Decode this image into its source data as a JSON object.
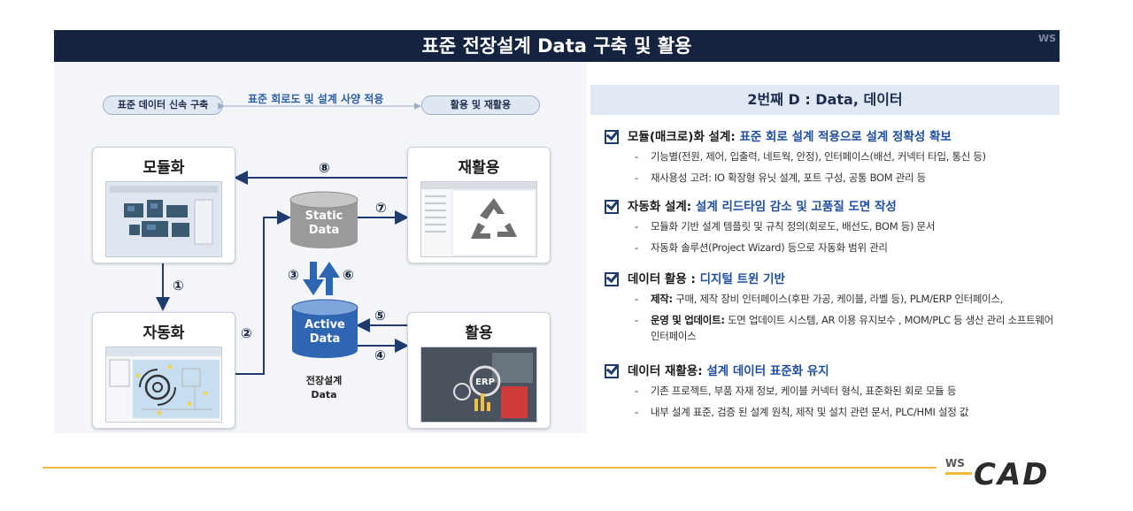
{
  "title": "표준 전장설계 Data 구축 및 활용",
  "title_logo": "WS",
  "left": {
    "pill_left": "표준 데이터 신속 구축",
    "pill_right": "활용 및 재활용",
    "connector_label": "표준 회로도 및 설계 사양 적용",
    "cards": {
      "modularization": "모듈화",
      "automation": "자동화",
      "reuse": "재활용",
      "utilization": "활용"
    },
    "static_data": [
      "Static",
      "Data"
    ],
    "active_data": [
      "Active",
      "Data"
    ],
    "caption": [
      "전장설계",
      "Data"
    ],
    "numbers": {
      "n1": "①",
      "n2": "②",
      "n3": "③",
      "n4": "④",
      "n5": "⑤",
      "n6": "⑥",
      "n7": "⑦",
      "n8": "⑧"
    },
    "erp_label": "ERP"
  },
  "right": {
    "header": "2번째 D : Data, 데이터",
    "sections": [
      {
        "title_plain": "모듈(매크로)화 설계: ",
        "title_highlight": "표준 회로 설계 적용으로 설계 정확성 확보",
        "bullets": [
          "기능별(전원, 제어, 입출력, 네트웍, 안정), 인터페이스(배선, 커넥터 타입, 통신 등)",
          "재사용성 고려: IO 확장형 유닛 설계, 포트 구성, 공통 BOM 관리 등"
        ]
      },
      {
        "title_plain": "자동화 설계: ",
        "title_highlight": "설계 리드타임 감소 및 고품질 도면 작성",
        "bullets": [
          "모듈화 기반 설계 템플릿 및 규칙 정의(회로도, 배선도, BOM 등) 문서",
          "자동화 솔루션(Project Wizard) 등으로 자동화 범위 관리"
        ]
      },
      {
        "title_plain": "데이터 활용 : ",
        "title_highlight": "디지털 트윈 기반",
        "bullets_bold": [
          {
            "bold": "제작:",
            "text": " 구매, 제작 장비 인터페이스(후판 가공, 케이블, 라벨 등), PLM/ERP 인터페이스,"
          },
          {
            "bold": "운영 및 업데이트:",
            "text": "  도면  업데이트 시스템, AR 이용 유지보수 , MOM/PLC 등 생산 관리 소프트웨어 인터페이스"
          }
        ]
      },
      {
        "title_plain": "데이터 재활용: ",
        "title_highlight": "설계 데이터 표준화 유지",
        "bullets": [
          "기존 프로젝트, 부품 자재 정보, 케이블 커넥터 형식, 표준화된 회로 모듈 등",
          "내부 설계  표준, 검증 된 설계 원칙, 제작 및 설치 관련 문서, PLC/HMI 설정 값"
        ]
      }
    ]
  },
  "footer_logo": {
    "small": "WS",
    "big": "CAD"
  },
  "colors": {
    "navy": "#14233f",
    "accent_blue": "#1f4ea1",
    "gold": "#f0b93a",
    "active_cylinder": "#2f66b3",
    "static_cylinder": "#9a9a9a"
  }
}
